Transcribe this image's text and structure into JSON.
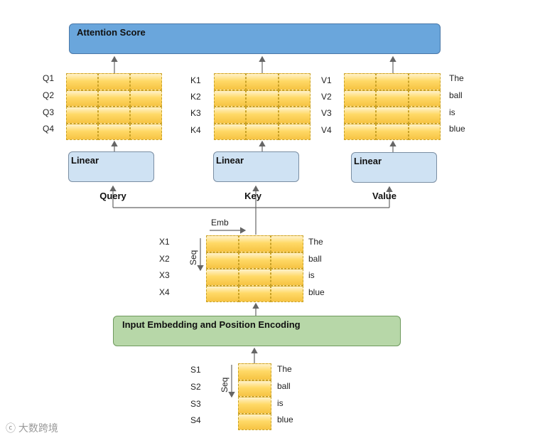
{
  "attention_box": {
    "label": "Attention Score"
  },
  "linear_boxes": [
    {
      "label": "Linear"
    },
    {
      "label": "Linear"
    },
    {
      "label": "Linear"
    }
  ],
  "branch_titles": {
    "query": "Query",
    "key": "Key",
    "value": "Value"
  },
  "q_labels": [
    "Q1",
    "Q2",
    "Q3",
    "Q4"
  ],
  "k_labels": [
    "K1",
    "K2",
    "K3",
    "K4"
  ],
  "v_labels": [
    "V1",
    "V2",
    "V3",
    "V4"
  ],
  "words": [
    "The",
    "ball",
    "is",
    "blue"
  ],
  "x_labels": [
    "X1",
    "X2",
    "X3",
    "X4"
  ],
  "s_labels": [
    "S1",
    "S2",
    "S3",
    "S4"
  ],
  "emb_label": "Emb",
  "seq_label": "Seq",
  "input_box": {
    "label": "Input Embedding and Position Encoding"
  },
  "watermark": "大数跨境",
  "colors": {
    "attention_fill": "#6aa6dc",
    "linear_fill": "#cfe2f3",
    "input_fill": "#b7d7a8",
    "cell_fill": "#ffd966",
    "cell_border": "#c9a227",
    "arrow": "#666666"
  }
}
